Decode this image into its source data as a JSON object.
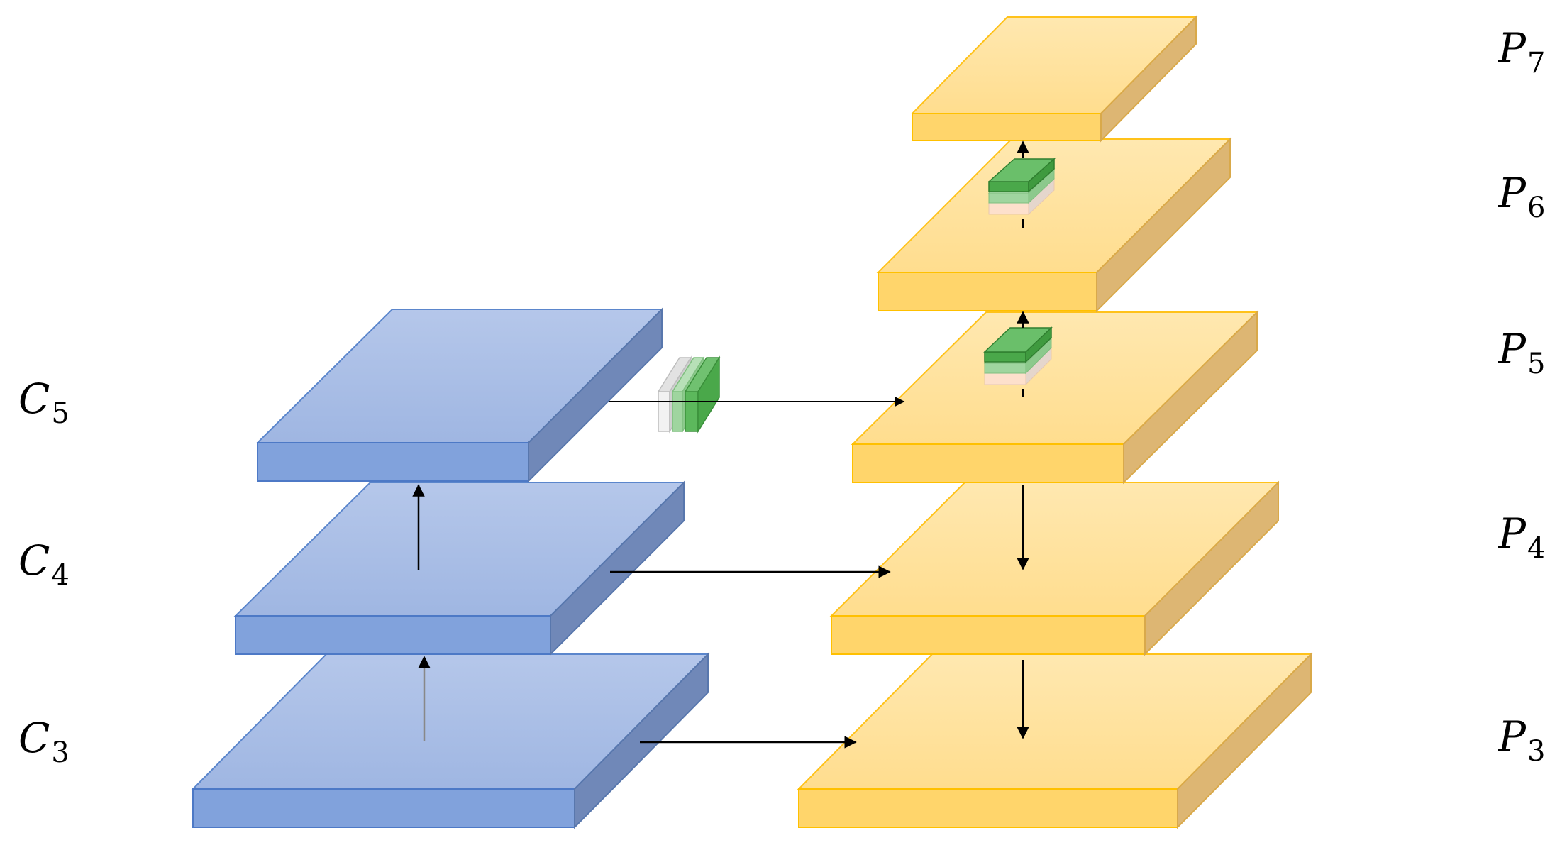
{
  "backbone": {
    "labels": [
      {
        "letter": "C",
        "sub": "5"
      },
      {
        "letter": "C",
        "sub": "4"
      },
      {
        "letter": "C",
        "sub": "3"
      }
    ]
  },
  "pyramid": {
    "labels": [
      {
        "letter": "P",
        "sub": "7"
      },
      {
        "letter": "P",
        "sub": "6"
      },
      {
        "letter": "P",
        "sub": "5"
      },
      {
        "letter": "P",
        "sub": "4"
      },
      {
        "letter": "P",
        "sub": "3"
      }
    ]
  },
  "colors": {
    "backbone_top": "#adc0e6",
    "backbone_front": "#7fa3de",
    "backbone_side": "#6f88b9",
    "backbone_stroke": "#4472c4",
    "pyramid_top": "#ffe29e",
    "pyramid_front": "#ffd56b",
    "pyramid_side": "#ddb673",
    "pyramid_stroke": "#ffc000",
    "conv_green": "#5cb85c",
    "arrow": "#000000"
  }
}
